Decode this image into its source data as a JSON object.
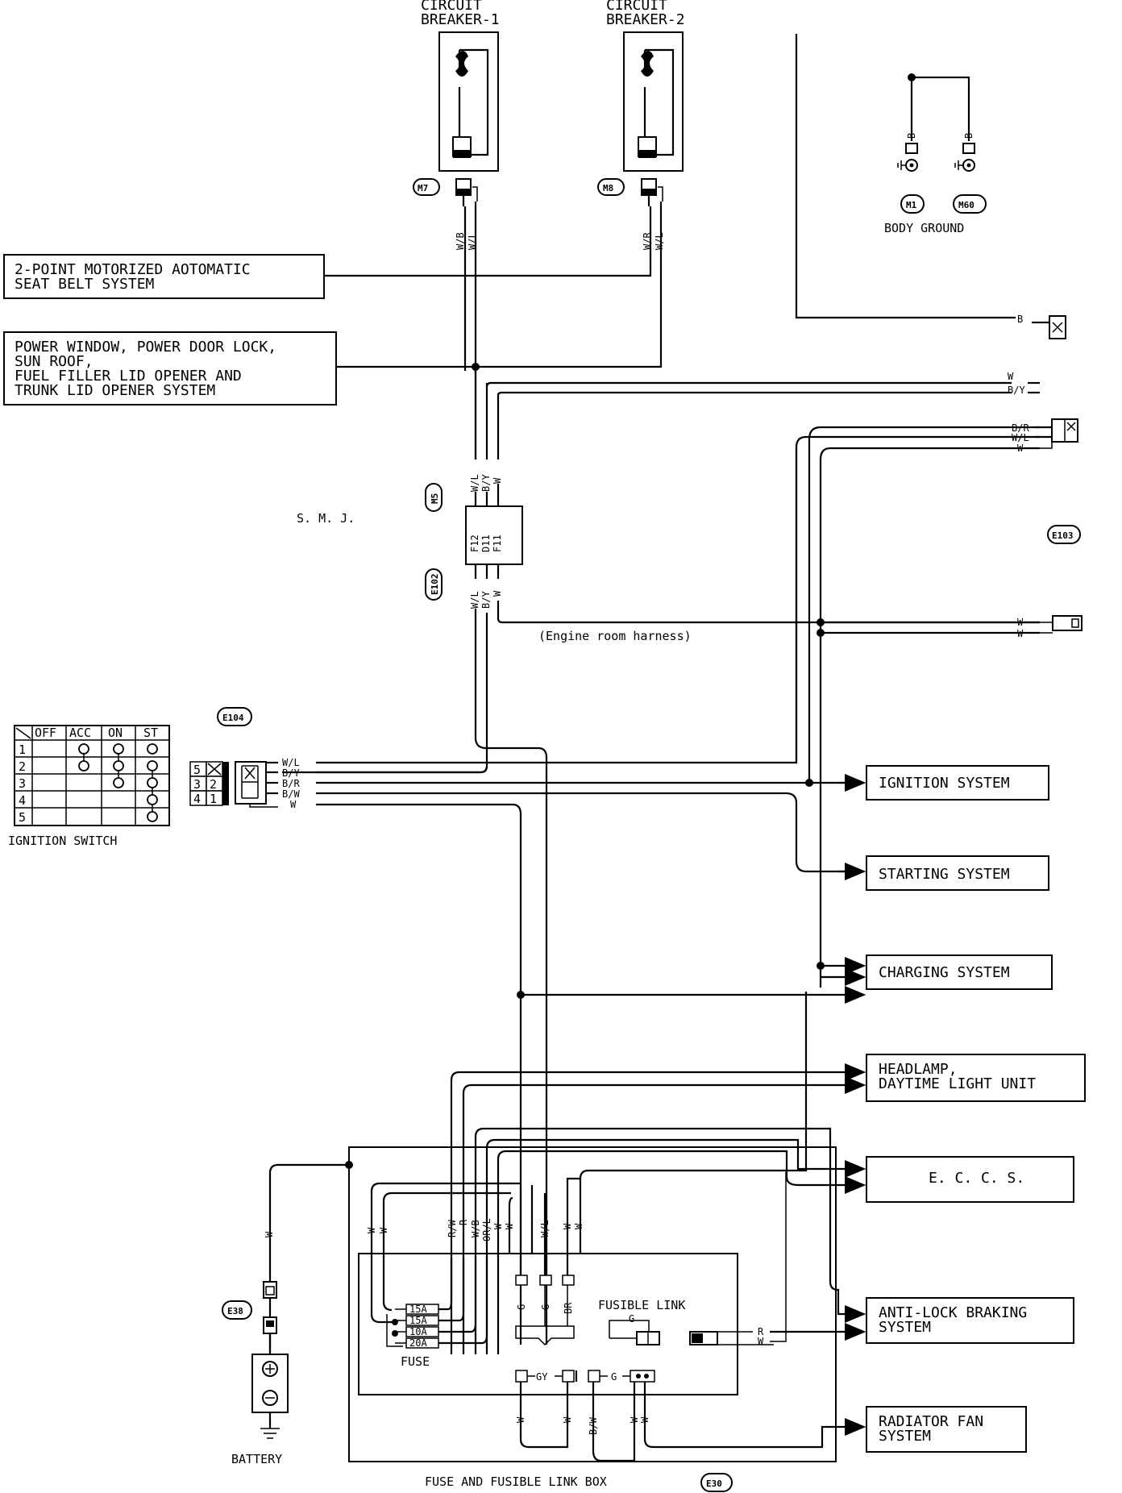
{
  "components": {
    "cb1": "CIRCUIT\nBREAKER-1",
    "cb2": "CIRCUIT\nBREAKER-2",
    "m7": "M7",
    "m8": "M8",
    "m1": "M1",
    "m60": "M60",
    "body_ground": "BODY GROUND",
    "m5": "M5",
    "e102": "E102",
    "e103": "E103",
    "e104": "E104",
    "e38": "E38",
    "e30": "E30",
    "smj": "S. M. J.",
    "engine_room": "(Engine room harness)",
    "ignition_switch": "IGNITION SWITCH",
    "battery": "BATTERY",
    "fuse": "FUSE",
    "fusible_link": "FUSIBLE LINK",
    "fuse_box": "FUSE AND FUSIBLE LINK BOX",
    "smj_pins": [
      "F12",
      "D11",
      "F11"
    ]
  },
  "systems": {
    "seatbelt": [
      "2-POINT MOTORIZED AOTOMATIC",
      "SEAT BELT SYSTEM"
    ],
    "power_window": [
      "POWER WINDOW, POWER DOOR LOCK,",
      "SUN ROOF,",
      "FUEL FILLER LID OPENER AND",
      "TRUNK LID OPENER SYSTEM"
    ],
    "ignition": "IGNITION SYSTEM",
    "starting": "STARTING SYSTEM",
    "charging": "CHARGING SYSTEM",
    "headlamp": [
      "HEADLAMP,",
      "DAYTIME LIGHT UNIT"
    ],
    "eccs": "E. C. C. S.",
    "abs": [
      "ANTI-LOCK BRAKING",
      "SYSTEM"
    ],
    "radiator": [
      "RADIATOR FAN",
      "SYSTEM"
    ]
  },
  "switch_table": {
    "headers": [
      "OFF",
      "ACC",
      "ON",
      "ST"
    ],
    "rows": [
      "1",
      "2",
      "3",
      "4",
      "5"
    ]
  },
  "wire_colors": {
    "cb1": [
      "W/B",
      "W/L"
    ],
    "cb2": [
      "W/R",
      "W/L"
    ],
    "smj_top": [
      "W/L",
      "B/Y",
      "W"
    ],
    "smj_bot": [
      "W/L",
      "B/Y",
      "W"
    ],
    "ground": [
      "B",
      "B"
    ],
    "right_b": "B",
    "right_w_by": [
      "W",
      "B/Y"
    ],
    "right_br_wl_w": [
      "B/R",
      "W/L",
      "W"
    ],
    "right_ww": [
      "W",
      "W"
    ],
    "e104": [
      "W/L",
      "B/Y",
      "B/R",
      "B/W",
      "W"
    ],
    "fusebox_top": [
      "W",
      "W",
      "R/W",
      "R",
      "W/B",
      "OR/L",
      "W",
      "W",
      "W/L",
      "W",
      "W"
    ],
    "fuse_ratings": [
      "15A",
      "15A",
      "10A",
      "20A"
    ],
    "fusible": [
      "G",
      "G",
      "BR"
    ],
    "fl_g": "G",
    "abs_rw": [
      "R",
      "W"
    ],
    "bottom_row": [
      "GY",
      "G"
    ],
    "bottom_wires": [
      "W",
      "W",
      "B/W",
      "W",
      "W"
    ],
    "battery_w": "W",
    "connector_left": [
      "5",
      "3",
      "4"
    ],
    "connector_right": [
      "2",
      "1"
    ]
  }
}
